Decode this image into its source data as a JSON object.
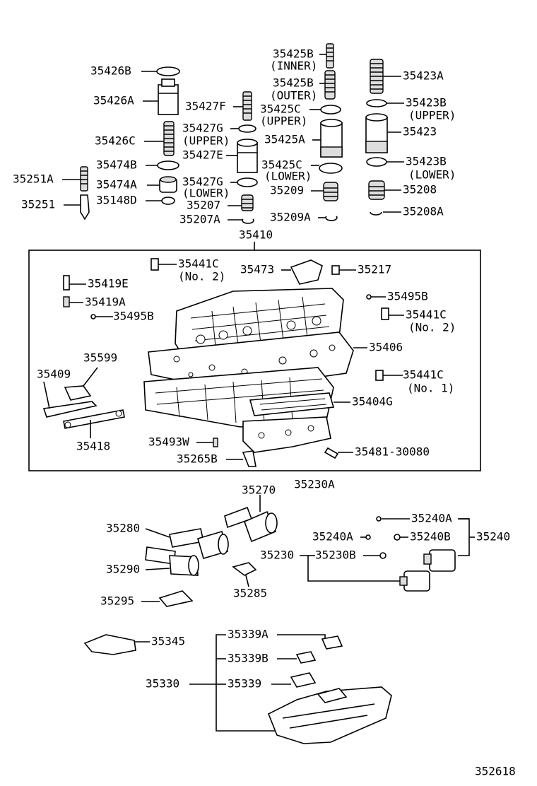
{
  "labels": {
    "p35426B": "35426B",
    "p35426A": "35426A",
    "p35426C": "35426C",
    "p35474B": "35474B",
    "p35474A": "35474A",
    "p35148D": "35148D",
    "p35251A": "35251A",
    "p35251": "35251",
    "p35427F": "35427F",
    "p35427G_u": "35427G",
    "upper_1": "(UPPER)",
    "p35427E": "35427E",
    "p35427G_l": "35427G",
    "lower_1": "(LOWER)",
    "p35207": "35207",
    "p35207A": "35207A",
    "p35425B_1": "35425B",
    "inner": "(INNER)",
    "p35425B_2": "35425B",
    "outer": "(OUTER)",
    "p35425C_u": "35425C",
    "upper_2": "(UPPER)",
    "p35425A": "35425A",
    "p35425C_l": "35425C",
    "lower_2": "(LOWER)",
    "p35209": "35209",
    "p35209A": "35209A",
    "p35423A": "35423A",
    "p35423B_u": "35423B",
    "upper_3": "(UPPER)",
    "p35423": "35423",
    "p35423B_l": "35423B",
    "lower_3": "(LOWER)",
    "p35208": "35208",
    "p35208A": "35208A",
    "p35410": "35410",
    "p35441C_1": "35441C",
    "no2_1": "(No. 2)",
    "p35473": "35473",
    "p35217": "35217",
    "p35419E": "35419E",
    "p35419A": "35419A",
    "p35495B_1": "35495B",
    "p35495B_2": "35495B",
    "p35441C_2": "35441C",
    "no2_2": "(No. 2)",
    "p35406": "35406",
    "p35409": "35409",
    "p35599": "35599",
    "p35441C_3": "35441C",
    "no1": "(No. 1)",
    "p35404G": "35404G",
    "p35418": "35418",
    "p35493W": "35493W",
    "p35265B": "35265B",
    "p35481": "35481-30080",
    "p35230A": "35230A",
    "p35270": "35270",
    "p35280": "35280",
    "p35290": "35290",
    "p35230": "35230",
    "p35240A_1": "35240A",
    "p35240A_2": "35240A",
    "p35240B": "35240B",
    "p35240": "35240",
    "p35230B": "35230B",
    "p35285": "35285",
    "p35295": "35295",
    "p35345": "35345",
    "p35339A": "35339A",
    "p35339B": "35339B",
    "p35330": "35330",
    "p35339": "35339",
    "figure_id": "352618"
  }
}
